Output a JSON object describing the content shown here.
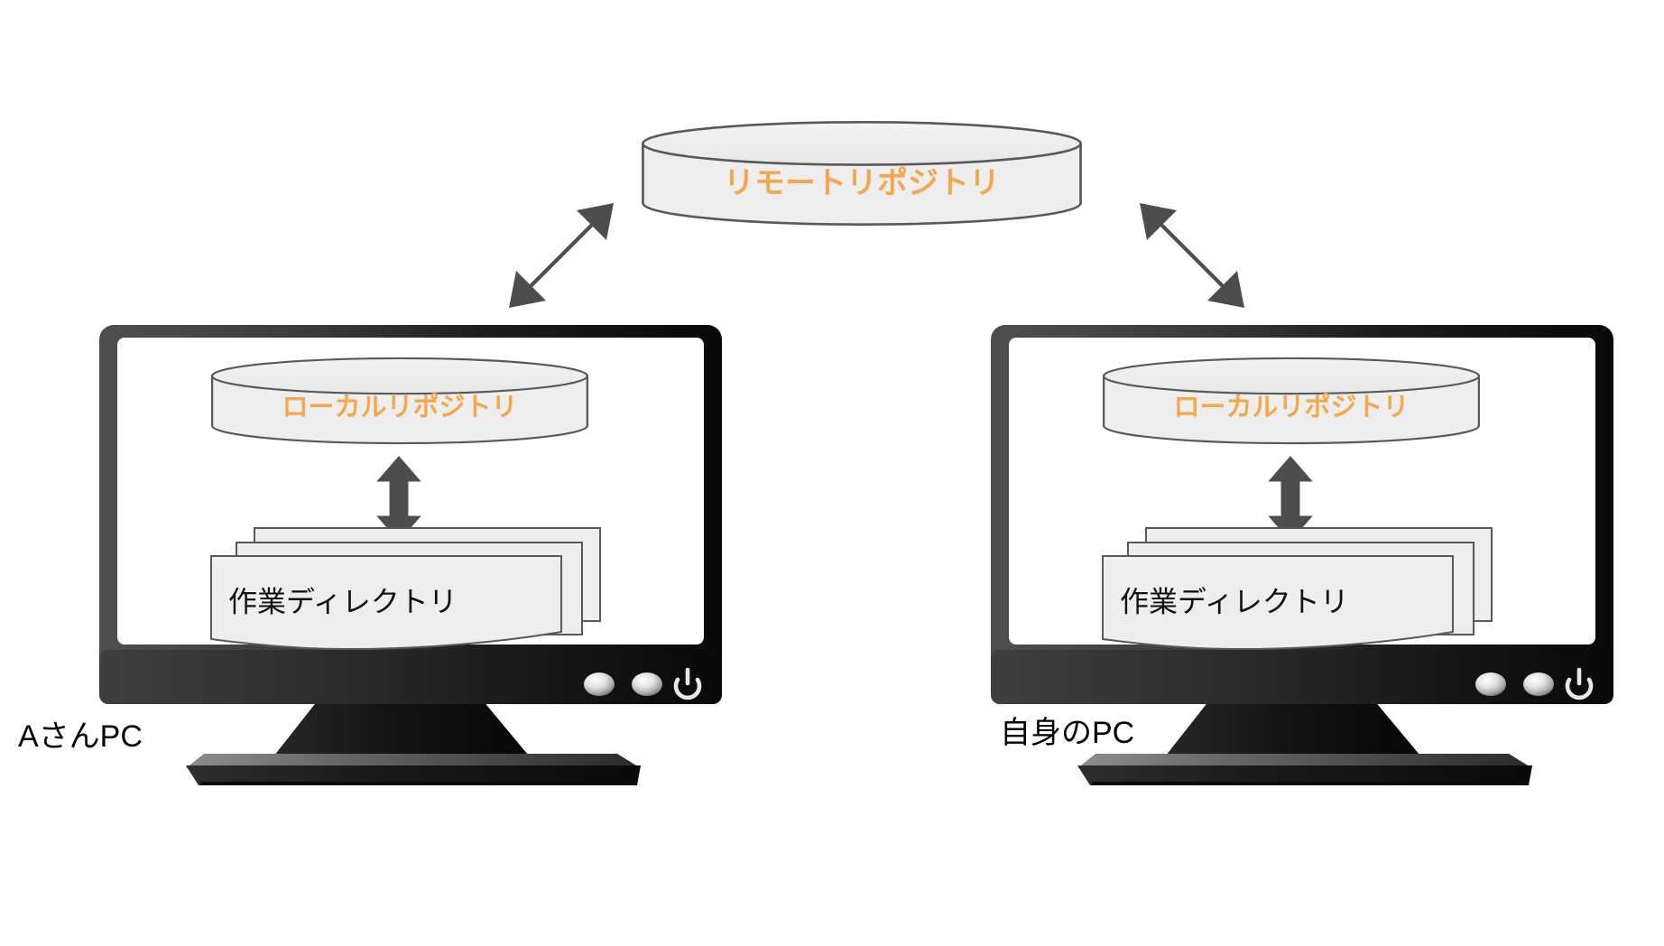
{
  "diagram": {
    "title_text_present": false,
    "background_color": "#ffffff",
    "accent_color": "#f5a74b",
    "shape_fill": "#eeeeee",
    "shape_stroke": "#595959",
    "arrow_color": "#4d4d4d",
    "bezel_color_dark": "#0d0d0d",
    "bezel_color_light": "#4b4b4b"
  },
  "remote": {
    "label": "リモートリポジトリ",
    "icon": "cylinder-database-icon"
  },
  "computers": [
    {
      "id": "left",
      "pc_label": "AさんPC",
      "local_repo_label": "ローカルリポジトリ",
      "working_dir_label": "作業ディレクトリ",
      "local_repo_icon": "cylinder-database-icon",
      "working_dir_icon": "document-stack-icon",
      "internal_arrow": "double-headed-vertical-arrow-icon",
      "remote_arrow": "double-headed-diagonal-arrow-icon",
      "power_icon": "power-icon",
      "button_icons": [
        "monitor-button-icon",
        "monitor-button-icon"
      ]
    },
    {
      "id": "right",
      "pc_label": "自身のPC",
      "local_repo_label": "ローカルリポジトリ",
      "working_dir_label": "作業ディレクトリ",
      "local_repo_icon": "cylinder-database-icon",
      "working_dir_icon": "document-stack-icon",
      "internal_arrow": "double-headed-vertical-arrow-icon",
      "remote_arrow": "double-headed-diagonal-arrow-icon",
      "power_icon": "power-icon",
      "button_icons": [
        "monitor-button-icon",
        "monitor-button-icon"
      ]
    }
  ]
}
